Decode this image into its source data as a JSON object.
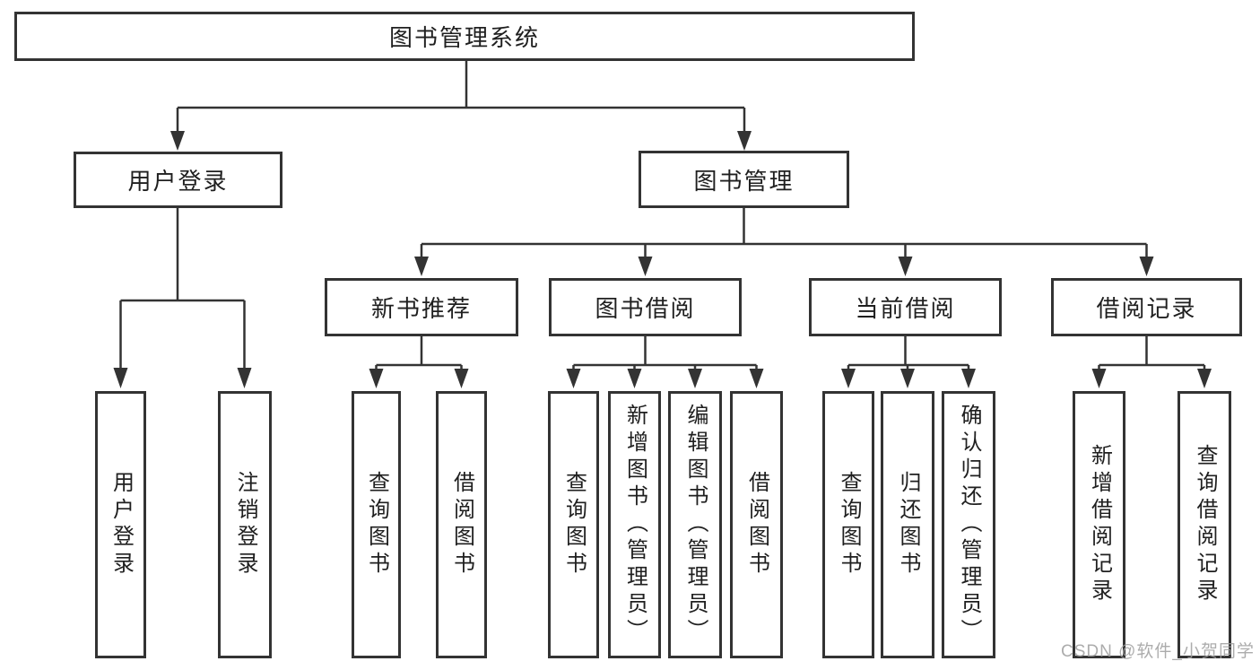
{
  "nodes": {
    "root": "图书管理系统",
    "level2": [
      "用户登录",
      "图书管理"
    ],
    "level3": [
      "新书推荐",
      "图书借阅",
      "当前借阅",
      "借阅记录"
    ],
    "leaves": {
      "login": [
        "用户登录",
        "注销登录"
      ],
      "recommend": [
        "查询图书",
        "借阅图书"
      ],
      "borrow": [
        "查询图书",
        "新增图书（管理员）",
        "编辑图书（管理员）",
        "借阅图书"
      ],
      "current": [
        "查询图书",
        "归还图书",
        "确认归还（管理员）"
      ],
      "records": [
        "新增借阅记录",
        "查询借阅记录"
      ]
    }
  },
  "watermark": {
    "text": "CSDN @软件_小贺同学"
  },
  "colors": {
    "line": "#333333",
    "text": "#1f1f1f",
    "box_background": "#ffffff",
    "watermark": "#9e9e9e",
    "background": "#ffffff"
  }
}
